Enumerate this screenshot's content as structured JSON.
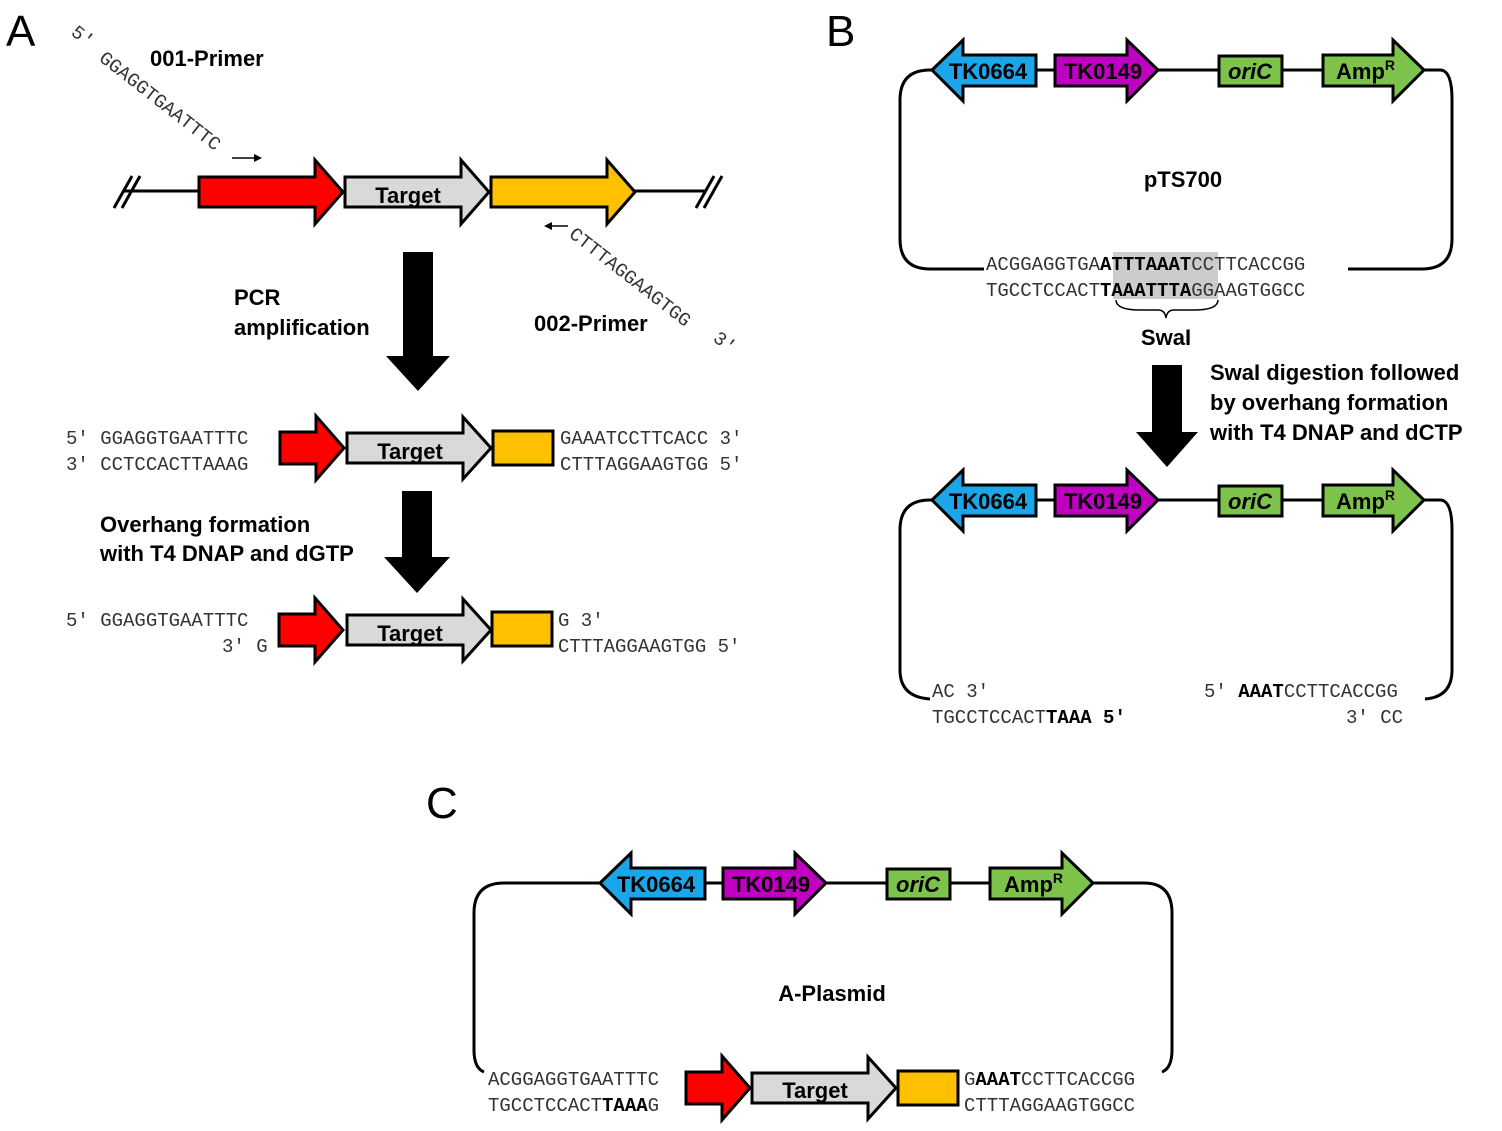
{
  "colors": {
    "red_gene": "#ff0000",
    "target": "#d9d9d9",
    "yellow_gene": "#ffc000",
    "tk0664": "#1aa6e8",
    "tk0149": "#c000c0",
    "green": "#7dc24b",
    "highlight": "#cccccc"
  },
  "panelA": {
    "label": "A",
    "primer1_name": "001-Primer",
    "primer1_prime5": "5′",
    "primer1_seq": "GGAGGTGAATTTC",
    "primer2_name": "002-Primer",
    "primer2_seq": "CTTTAGGAAGTGG",
    "primer2_prime3": "3′",
    "target_label": "Target",
    "step1": [
      "PCR",
      "amplification"
    ],
    "step2": [
      "Overhang formation",
      "with T4 DNAP and dGTP"
    ],
    "pcr_top_left": "5′ GGAGGTGAATTTC",
    "pcr_bottom_left": "3′ CCTCCACTTAAAG",
    "pcr_top_right": "GAAATCCTTCACC 3′",
    "pcr_bottom_right": "CTTTAGGAAGTGG 5′",
    "oh_top_left": "5′ GGAGGTGAATTTC",
    "oh_bottom_left": "3′ G",
    "oh_top_right": "G 3′",
    "oh_bottom_right": "CTTTAGGAAGTGG 5′"
  },
  "panelB": {
    "label": "B",
    "genes": [
      "TK0664",
      "TK0149",
      "oriC",
      "Amp",
      "R"
    ],
    "plasmid_name": "pTS700",
    "seq_top": [
      "ACGGAGGTGA",
      "ATTTAAAT",
      "CCTTCACCGG"
    ],
    "seq_bottom": [
      "TGCCTCCACT",
      "TAAATTTA",
      "GGAAGTGGCC"
    ],
    "site_label": "SwaI",
    "step": [
      "SwaI digestion followed",
      "by overhang formation",
      "with T4 DNAP and dCTP"
    ],
    "cut_left_top": "AC 3′",
    "cut_left_bottom": [
      "TGCCTCCACT",
      "TAAA 5′"
    ],
    "cut_right_top": [
      "5′ ",
      "AAAT",
      "CCTTCACCGG"
    ],
    "cut_right_bottom": "3′  CC"
  },
  "panelC": {
    "label": "C",
    "plasmid_name": "A-Plasmid",
    "target_label": "Target",
    "left_top": "ACGGAGGTGAATTTC",
    "left_bottom": [
      "TGCCTCCACT",
      "TAAA",
      "G"
    ],
    "right_top": [
      "G",
      "AAAT",
      "CCTTCACCGG"
    ],
    "right_bottom": "CTTTAGGAAGTGGCC"
  }
}
